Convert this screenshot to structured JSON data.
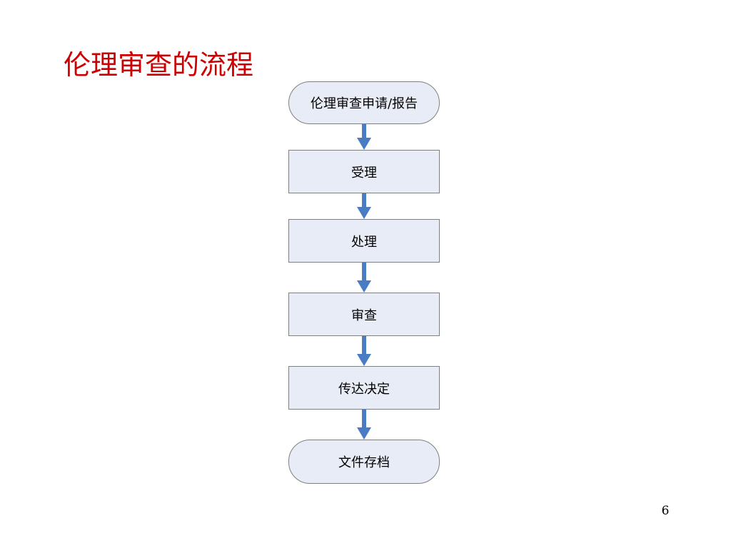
{
  "slide": {
    "title": "伦理审查的流程",
    "page_number": "6"
  },
  "flowchart": {
    "colors": {
      "node_fill": "#e8ecf6",
      "node_border": "#7f7f7f",
      "arrow": "#4a7cc4",
      "title": "#cc0000"
    },
    "nodes": [
      {
        "shape": "terminal",
        "label": "伦理审查申请/报告"
      },
      {
        "shape": "process",
        "label": "受理"
      },
      {
        "shape": "process",
        "label": "处理"
      },
      {
        "shape": "process",
        "label": "审查"
      },
      {
        "shape": "process",
        "label": "传达决定"
      },
      {
        "shape": "terminal",
        "label": "文件存档"
      }
    ],
    "edges": [
      {
        "from": 0,
        "to": 1
      },
      {
        "from": 1,
        "to": 2
      },
      {
        "from": 2,
        "to": 3
      },
      {
        "from": 3,
        "to": 4
      },
      {
        "from": 4,
        "to": 5
      }
    ]
  }
}
